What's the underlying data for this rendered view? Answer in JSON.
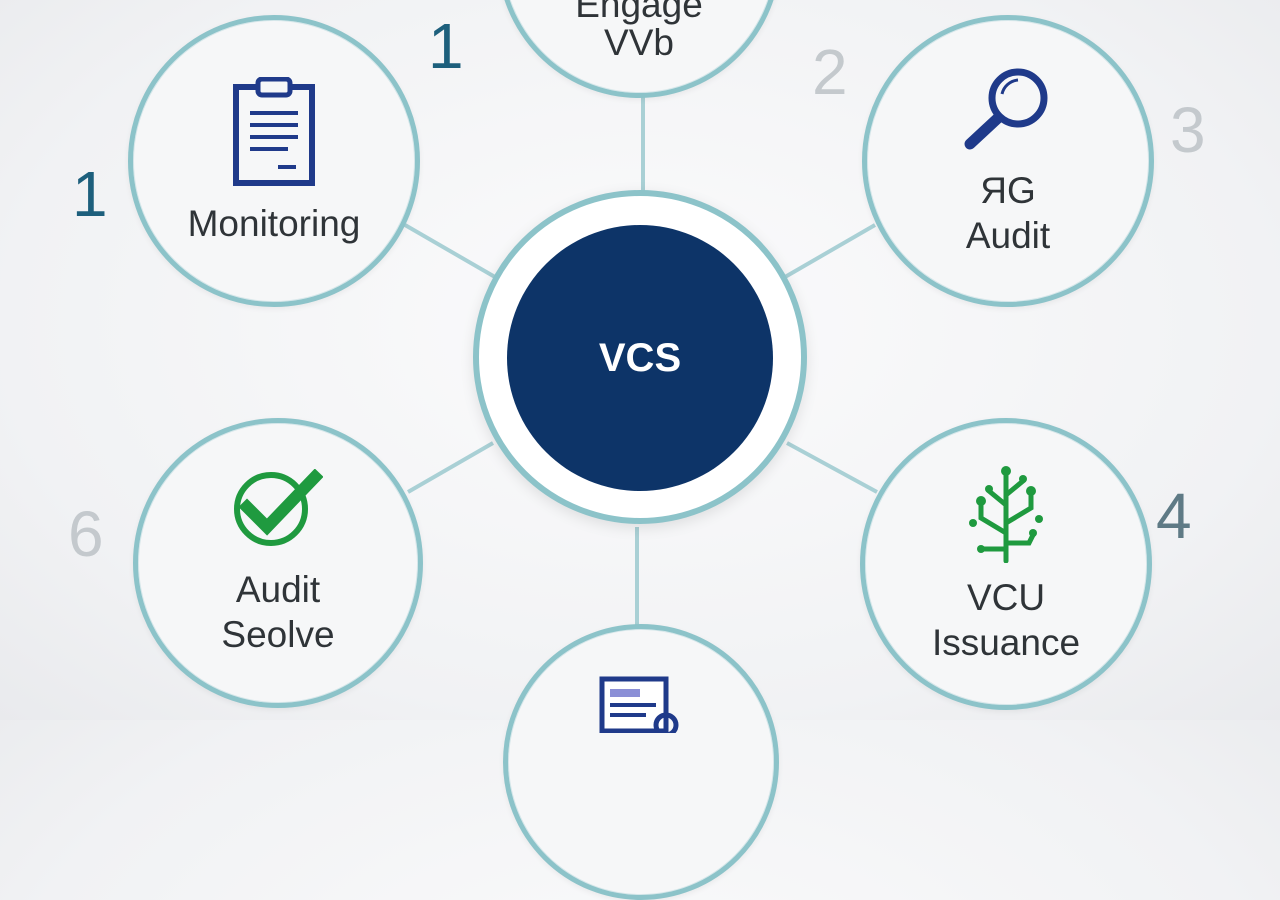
{
  "hub": {
    "label": "VCS",
    "color": "#0d3468"
  },
  "nodes": {
    "top": {
      "label_line1": "Engage",
      "label_line2": "VVb"
    },
    "monitoring": {
      "label": "Monitoring",
      "icon": "clipboard-icon"
    },
    "audit_top_right": {
      "label_line1": "ЯG",
      "label_line2": "Audit",
      "icon": "magnifier-icon"
    },
    "audit_resolve": {
      "label_line1": "Audit",
      "label_line2": "Seolve",
      "icon": "checkmark-icon"
    },
    "vcu_issuance": {
      "label_line1": "VCU",
      "label_line2": "Issuance",
      "icon": "tree-icon"
    },
    "bottom": {
      "icon": "document-icon"
    }
  },
  "step_numbers": {
    "top_left_near_top": "1",
    "left_of_monitoring": "1",
    "top_right": "2",
    "right_of_audit": "3",
    "right_of_vcu": "4",
    "left_of_audit_resolve": "6"
  },
  "colors": {
    "ring": "#8cc3c9",
    "navy": "#1f3a8a",
    "green": "#1f9a3f",
    "number_dark": "#1d5f7c",
    "number_light": "#c4c9cd"
  }
}
